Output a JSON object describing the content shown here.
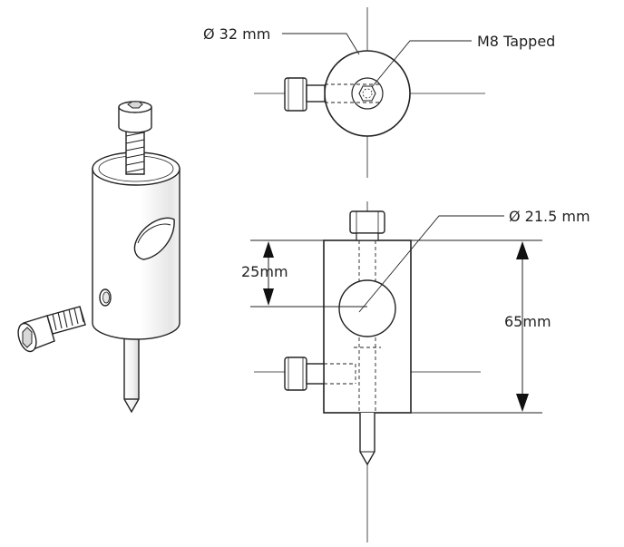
{
  "labels": {
    "top_diameter": "Ø 32 mm",
    "top_thread": "M8 Tapped",
    "front_hole_diameter": "Ø 21.5 mm",
    "front_offset": "25mm",
    "front_height": "65mm"
  },
  "colors": {
    "line": "#222222",
    "body_fill": "#ffffff",
    "shadow": "#d9d9d9",
    "shade": "#eeeeee"
  }
}
